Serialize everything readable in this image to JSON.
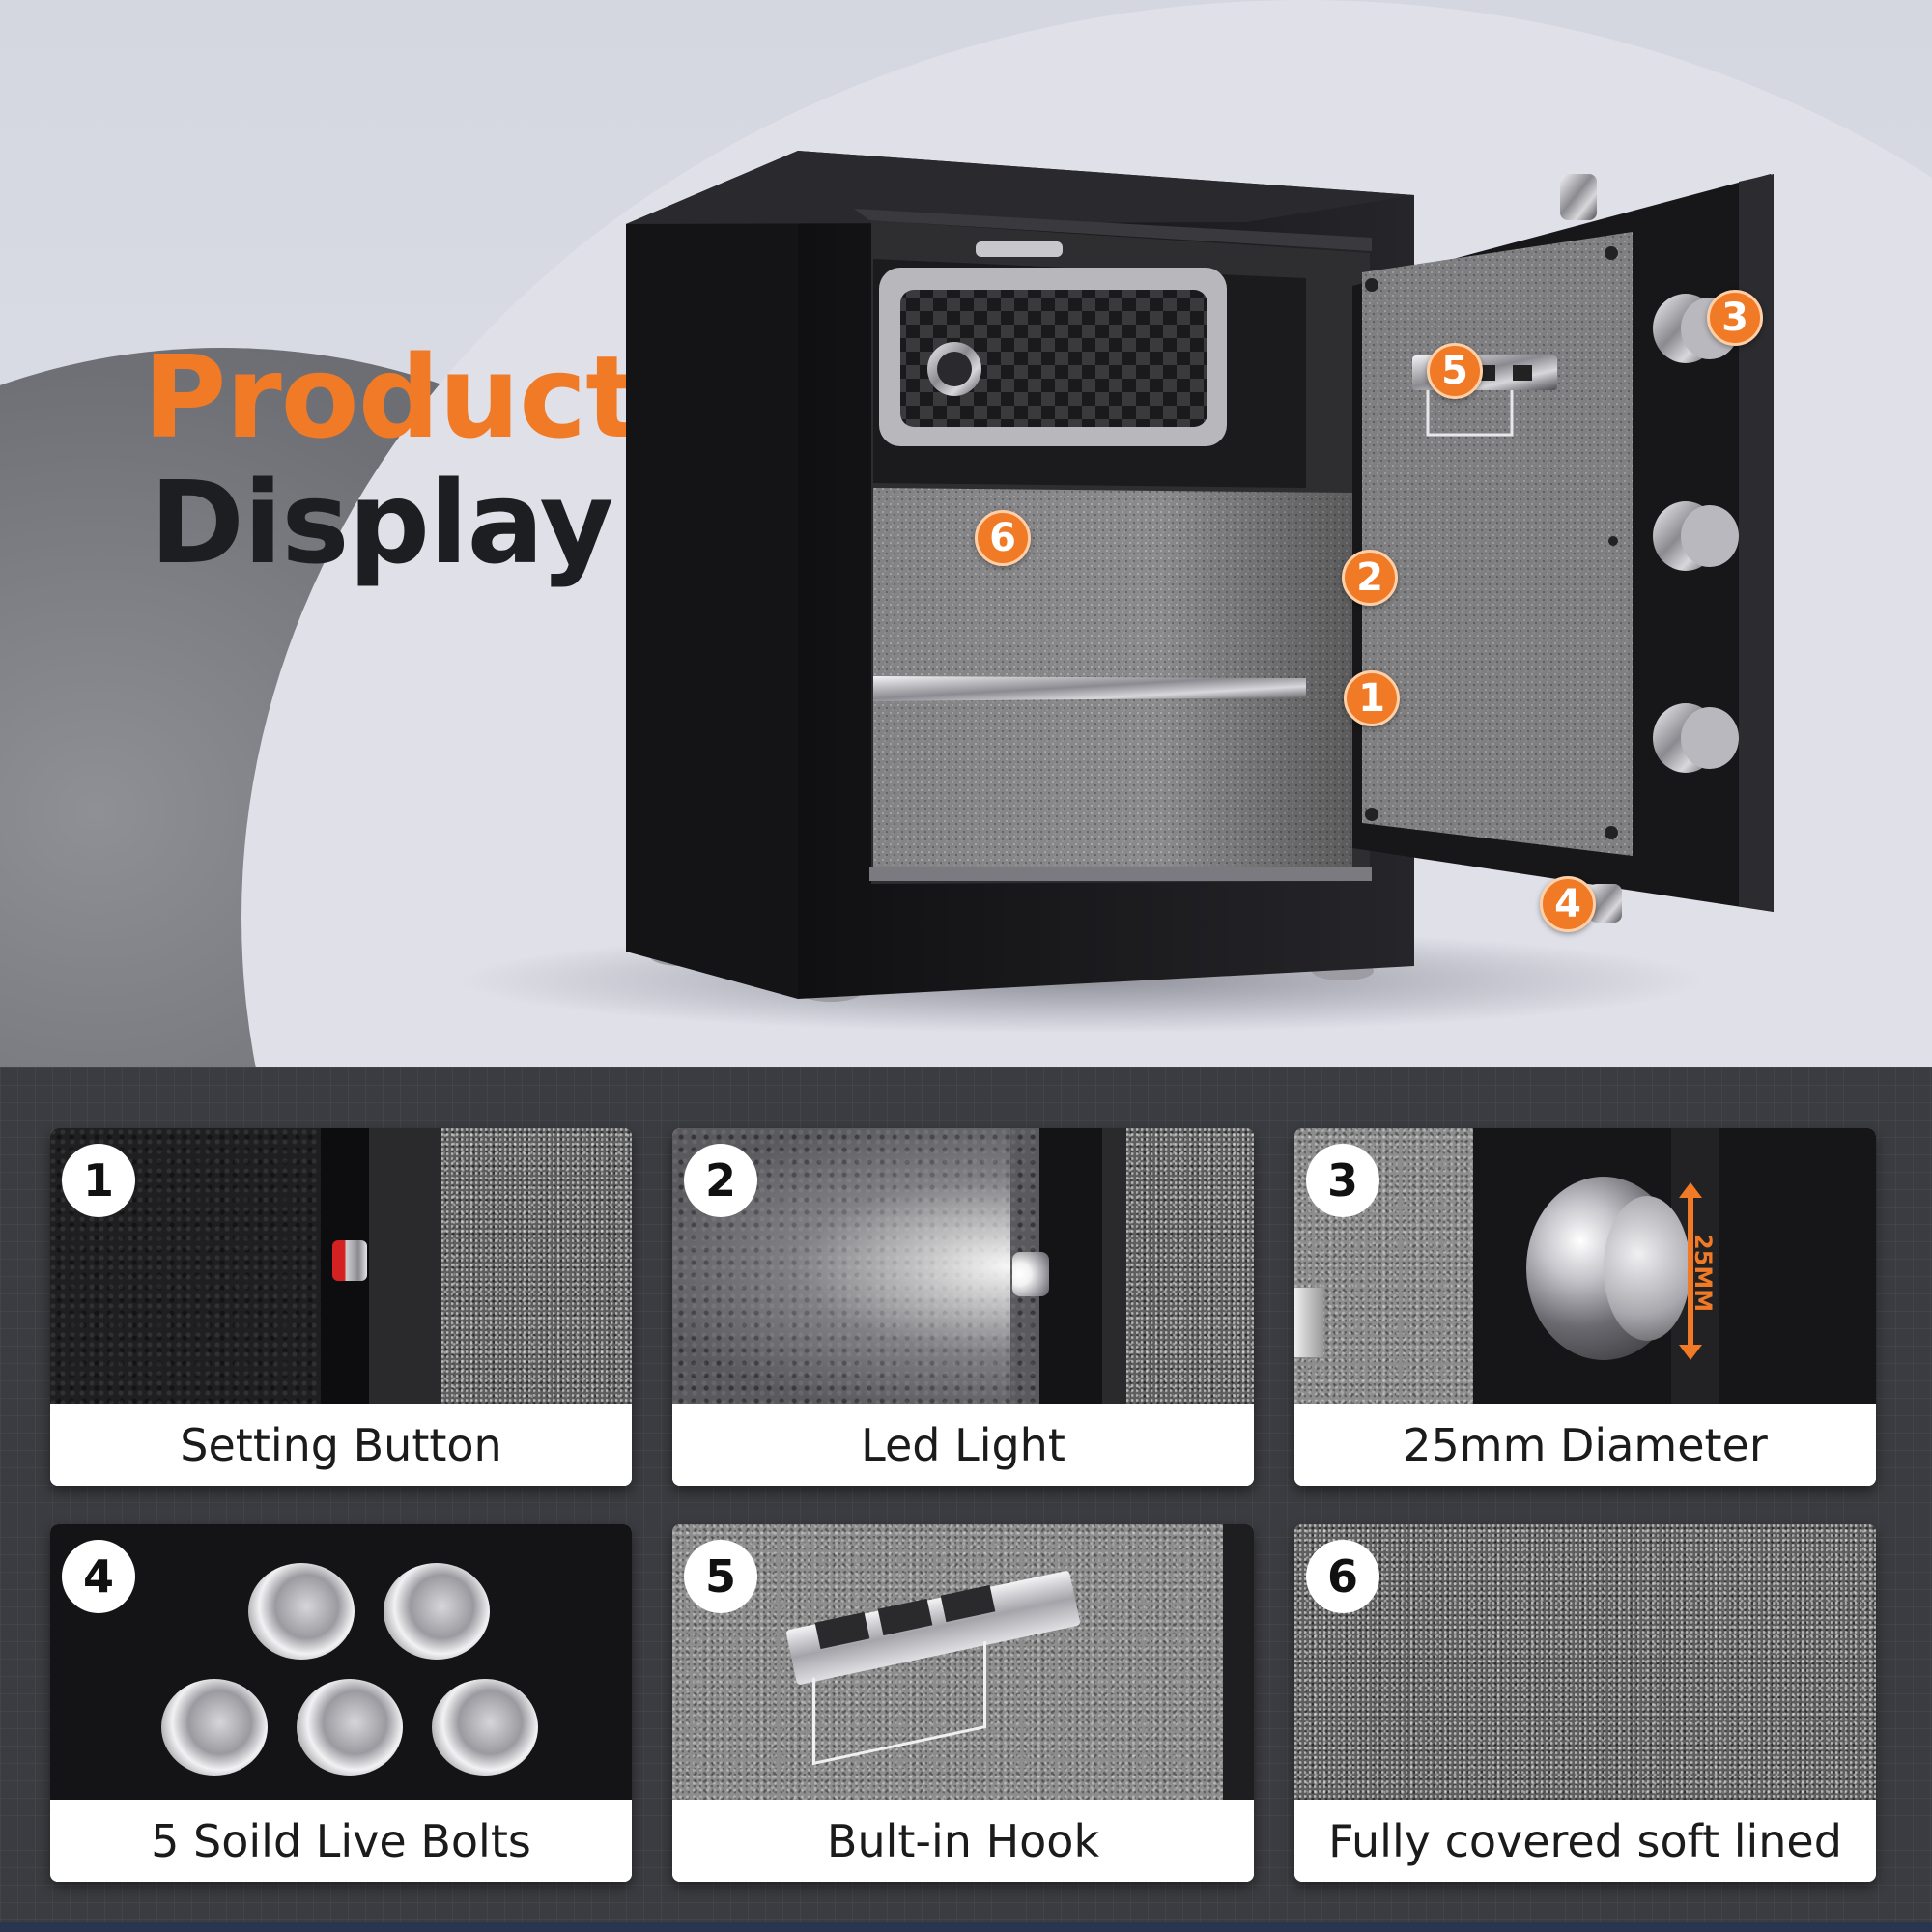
{
  "title": {
    "line1": "Product",
    "line2": "Display"
  },
  "colors": {
    "accent": "#f07a26",
    "title_dark": "#1d1e22",
    "background_top": "#d8dae3",
    "background_bottom": "#3b3c41"
  },
  "markers": [
    "1",
    "2",
    "3",
    "4",
    "5",
    "6"
  ],
  "features": [
    {
      "number": "1",
      "label": "Setting Button"
    },
    {
      "number": "2",
      "label": "Led Light"
    },
    {
      "number": "3",
      "label": "25mm Diameter",
      "dimension_text": "25MM"
    },
    {
      "number": "4",
      "label": "5 Soild Live Bolts"
    },
    {
      "number": "5",
      "label": "Bult-in Hook"
    },
    {
      "number": "6",
      "label": "Fully covered soft lined"
    }
  ]
}
